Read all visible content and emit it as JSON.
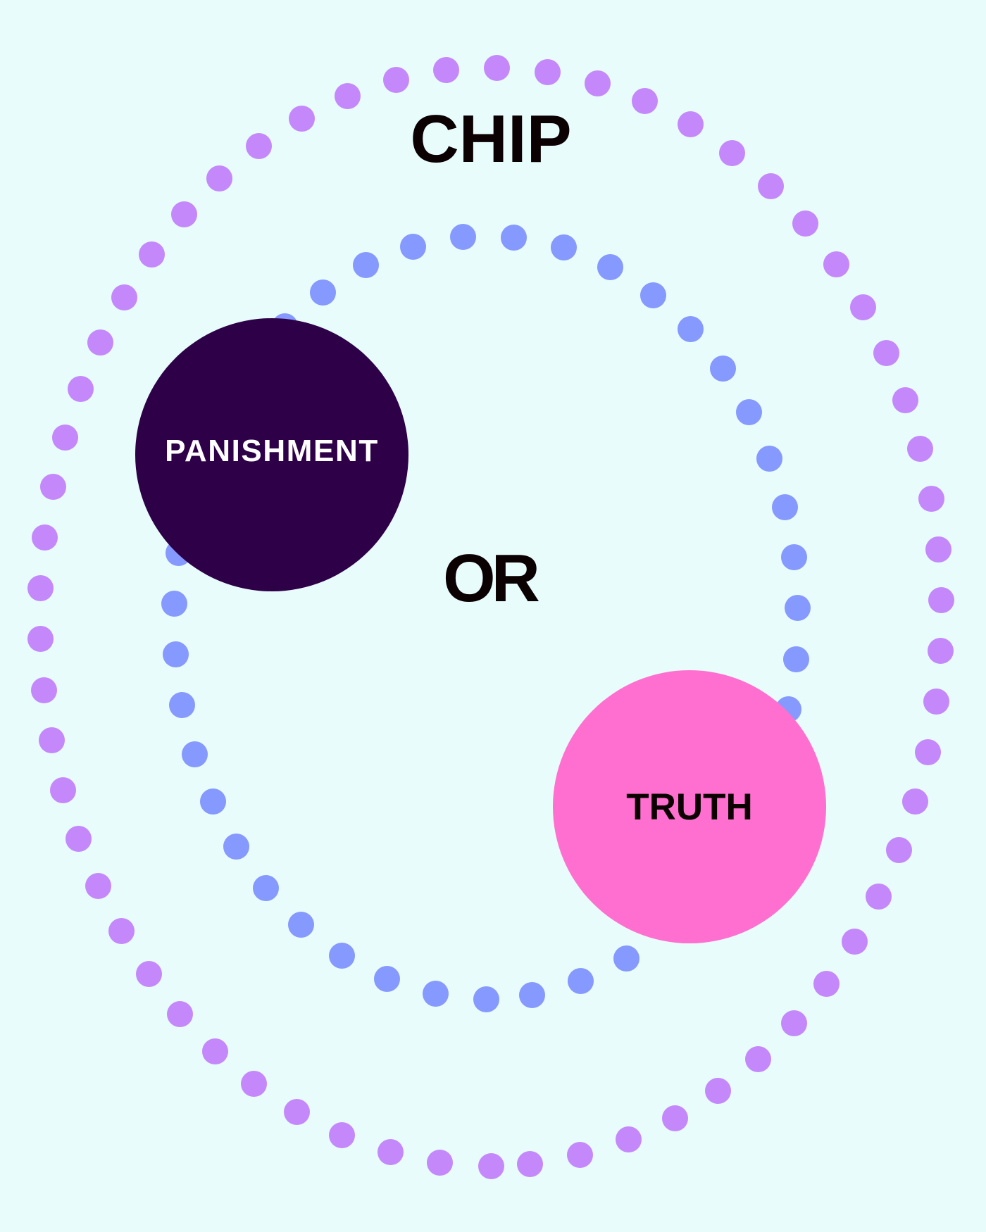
{
  "colors": {
    "background": "#E8FCFC",
    "outer_ring": "#C488FB",
    "inner_ring": "#8599FE",
    "punishment_circle": "#2D0047",
    "punishment_text": "#FFFFFF",
    "truth_circle": "#FF6FCF",
    "truth_text": "#0B0002",
    "headline_text": "#0B0002"
  },
  "title": {
    "top": "CHIP",
    "middle": "OR"
  },
  "options": [
    {
      "label": "PANISHMENT",
      "icon": "circle"
    },
    {
      "label": "TRUTH",
      "icon": "circle"
    }
  ],
  "rings": [
    {
      "name": "outer-dotted-ring",
      "dot_count": 62,
      "color_key": "outer_ring"
    },
    {
      "name": "inner-dotted-ring",
      "dot_count": 43,
      "color_key": "inner_ring"
    }
  ]
}
